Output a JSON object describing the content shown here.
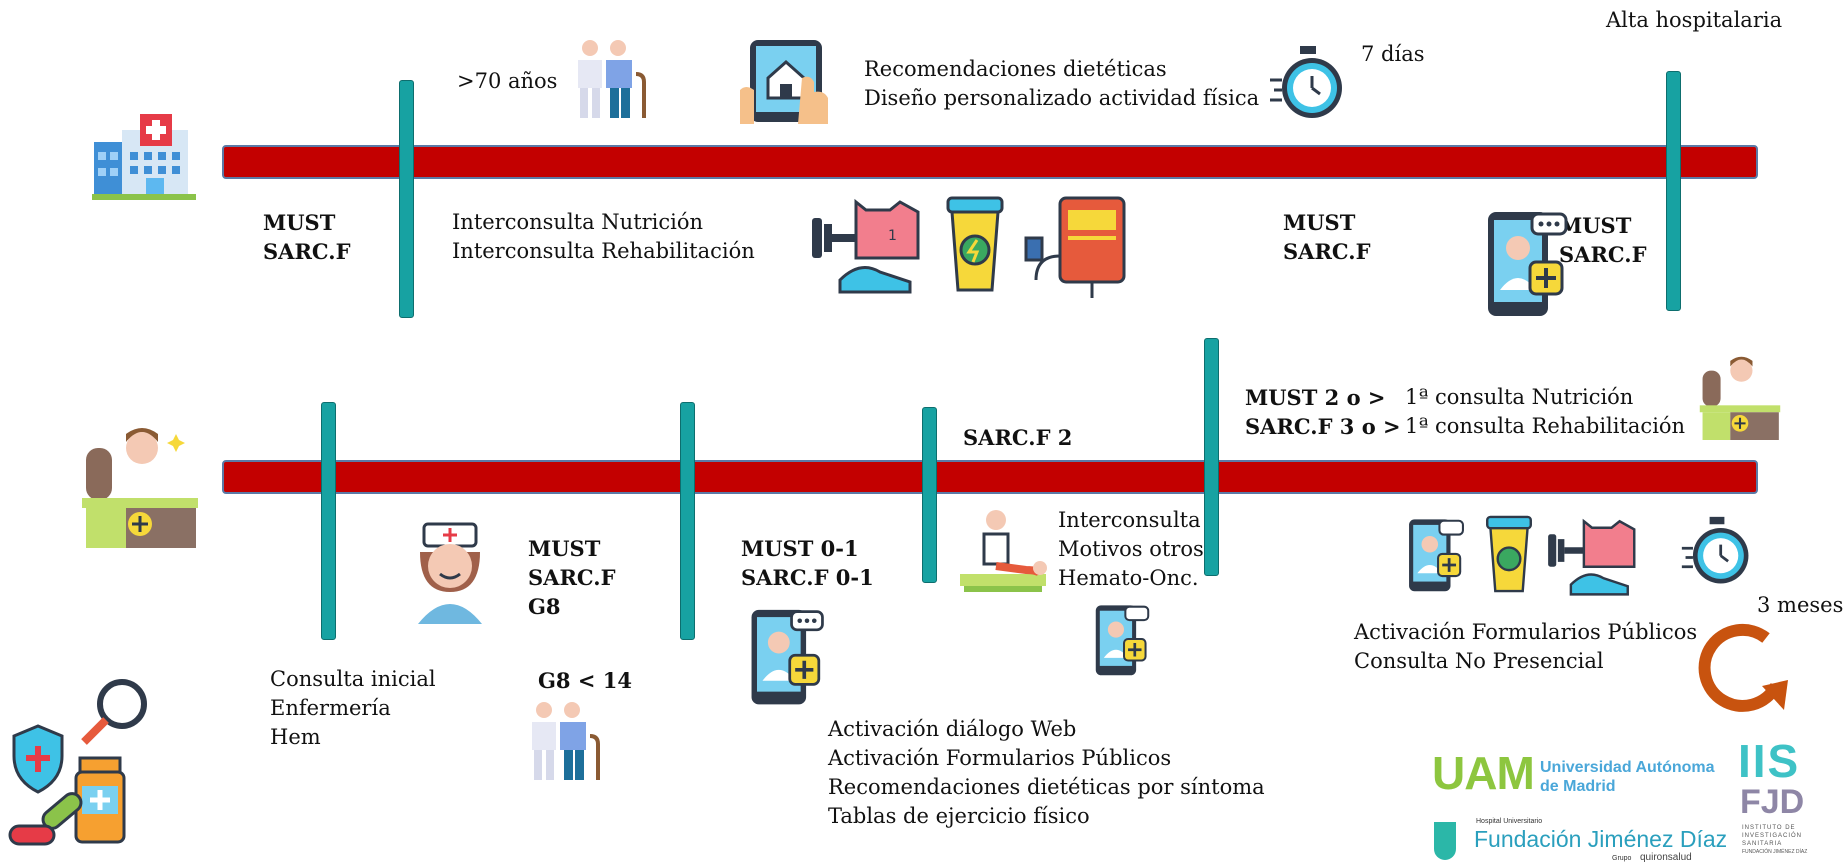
{
  "colors": {
    "bar": "#c30000",
    "pole": "#17a2a2",
    "accent_orange": "#c8530f"
  },
  "top": {
    "labels": {
      "age": ">70 años",
      "recs_line1": "Recomendaciones dietéticas",
      "recs_line2": "Diseño personalizado actividad física",
      "days": "7 días",
      "discharge": "Alta hospitalaria",
      "must1": "MUST",
      "sarc1": "SARC.F",
      "inter_line1": "Interconsulta Nutrición",
      "inter_line2": "Interconsulta Rehabilitación",
      "must2": "MUST",
      "sarc2": "SARC.F",
      "must3": "MUST",
      "sarc3": "SARC.F"
    }
  },
  "bottom": {
    "labels": {
      "must_2": "MUST 2 o >",
      "sarc_3": "SARC.F 3 o >",
      "first_nutr": "1ª consulta Nutrición",
      "first_rehab": "1ª consulta Rehabilitación",
      "sarc_2": "SARC.F 2",
      "consulta_1": "Consulta inicial",
      "consulta_2": "Enfermería",
      "consulta_3": "Hem",
      "must_b": "MUST",
      "sarc_b": "SARC.F",
      "g8": "G8",
      "g8_lt": "G8 < 14",
      "must01": "MUST 0-1",
      "sarc01": "SARC.F 0-1",
      "inter_1": "Interconsulta",
      "inter_2": "Motivos otros",
      "inter_3": "Hemato-Onc.",
      "act_1": "Activación diálogo Web",
      "act_2": "Activación Formularios Públicos",
      "act_3": "Recomendaciones dietéticas por síntoma",
      "act_4": "Tablas de ejercicio físico",
      "form_1": "Activación Formularios Públicos",
      "form_2": "Consulta No Presencial",
      "months": "3 meses"
    }
  },
  "logos": {
    "uam_mark": "UAM",
    "uam_name_1": "Universidad Autónoma",
    "uam_name_2": "de Madrid",
    "fjd_small": "Hospital Universitario",
    "fjd_name": "Fundación Jiménez Díaz",
    "fjd_group": "Grupo",
    "fjd_quiron": "quironsalud",
    "iis_1": "IIS",
    "iis_2": "FJD",
    "iis_sub_1": "INSTITUTO DE",
    "iis_sub_2": "INVESTIGACIÓN",
    "iis_sub_3": "SANITARIA",
    "iis_sub_4": "FUNDACIÓN JIMÉNEZ DÍAZ"
  },
  "icons": [
    "hospital-icon",
    "elderly-couple-icon",
    "tablet-home-icon",
    "stopwatch-icon",
    "fitness-gear-icon",
    "drink-icon",
    "iv-pump-icon",
    "video-doctor-icon",
    "receptionist-icon",
    "nurse-icon",
    "physio-icon",
    "refresh-arrow-icon",
    "medicine-search-icon"
  ]
}
